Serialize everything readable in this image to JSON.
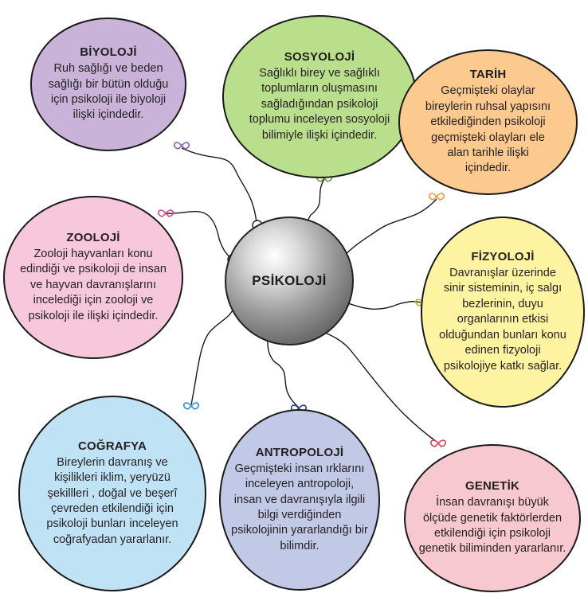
{
  "center": {
    "label": "PSİKOLOJİ"
  },
  "bubbles": {
    "biyoloji": {
      "title": "BİYOLOJİ",
      "text": "Ruh sağlığı ve beden sağlığı bir bütün olduğu için psikoloji ile biyoloji ilişki içindedir.",
      "color": "#c9b3d9"
    },
    "sosyoloji": {
      "title": "SOSYOLOJİ",
      "text": "Sağlıklı birey ve sağlıklı toplumların oluşmasını sağladığından psikoloji toplumu inceleyen sosyoloji bilimiyle ilişki içindedir.",
      "color": "#b9de8c"
    },
    "tarih": {
      "title": "TARİH",
      "text": "Geçmişteki olaylar bireylerin ruhsal yapısını etkilediğinden psikoloji geçmişteki olayları ele alan tarihle ilişki içindedir.",
      "color": "#fcc98f"
    },
    "zooloji": {
      "title": "ZOOLOJİ",
      "text": "Zooloji hayvanları konu edindiği ve psikoloji de insan ve hayvan davranışlarını incelediği için zooloji ve  psikoloji ile ilişki içindedir.",
      "color": "#f7c8dc"
    },
    "fizyoloji": {
      "title": "FİZYOLOJİ",
      "text": "Davranışlar üzerinde sinir sisteminin, iç salgı bezlerinin, duyu organlarının etkisi olduğundan bunları konu edinen fizyoloji psikolojiye katkı sağlar.",
      "color": "#fdf3a0"
    },
    "cografya": {
      "title": "COĞRAFYA",
      "text": "Bireylerin davranış ve kişilikleri iklim, yeryüzü şekillleri , doğal ve beşerî çevreden etkilendiği için psikoloji bunları inceleyen coğrafyadan yararlanır.",
      "color": "#bfe3f5"
    },
    "antropoloji": {
      "title": "ANTROPOLOJİ",
      "text": "Geçmişteki insan ırklarını inceleyen antropoloji, insan ve davranışıyla  ilgili bilgi verdiğinden psikolojinin yararlandığı bir bilimdir.",
      "color": "#c2c9e6"
    },
    "genetik": {
      "title": "GENETİK",
      "text": "İnsan davranışı büyük ölçüde genetik faktörlerden etkilendiği için psikoloji genetik biliminden yararlanır.",
      "color": "#f7c8cf"
    }
  },
  "colors": {
    "line": "#1a1a1a",
    "bow_purple": "#8e5fa8",
    "bow_green": "#6a9a3a",
    "bow_orange": "#e89a3c",
    "bow_pink": "#d64a8e",
    "bow_yellow": "#c9b400",
    "bow_blue": "#2c8fc6",
    "bow_navy": "#2b3a8c",
    "bow_red": "#d2455a"
  }
}
